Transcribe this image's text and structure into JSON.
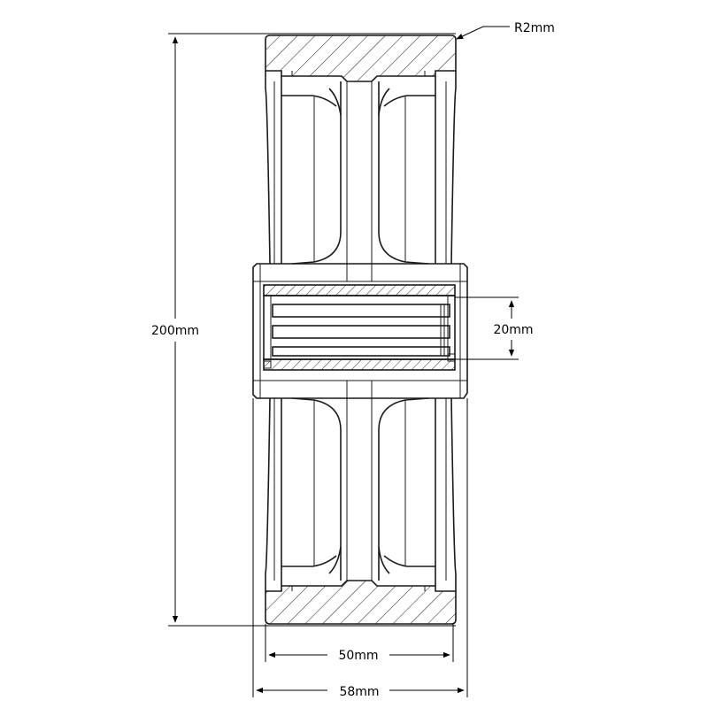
{
  "dimensions": {
    "radius": "R2mm",
    "height": "200mm",
    "bore": "20mm",
    "tread_width": "50mm",
    "overall_width": "58mm"
  },
  "colors": {
    "line": "#1a1a1a",
    "background": "#ffffff"
  }
}
